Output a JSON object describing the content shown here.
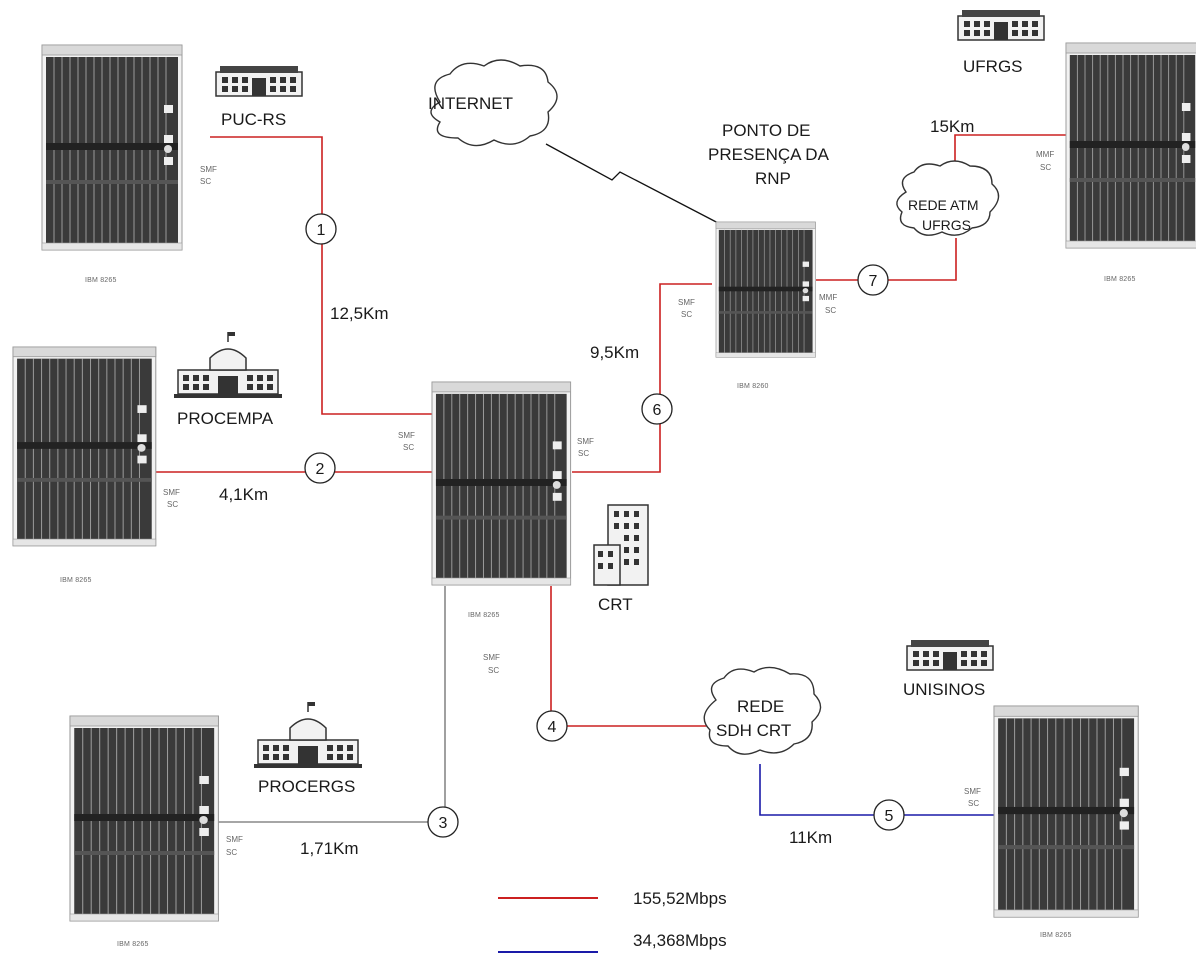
{
  "colors": {
    "link_155": "#cc2020",
    "link_34": "#1a1aa8",
    "link_grey": "#888888"
  },
  "sites": {
    "pucrs": "PUC-RS",
    "procempa": "PROCEMPA",
    "procergs": "PROCERGS",
    "crt": "CRT",
    "ufrgs": "UFRGS",
    "unisinos": "UNISINOS",
    "pop_line1": "PONTO DE",
    "pop_line2": "PRESENÇA DA",
    "pop_line3": "RNP"
  },
  "clouds": {
    "internet": "INTERNET",
    "atm_line1": "REDE ATM",
    "atm_line2": "UFRGS",
    "sdh_line1": "REDE",
    "sdh_line2": "SDH CRT"
  },
  "switches": {
    "ibm8265": "IBM 8265",
    "ibm8260": "IBM 8260"
  },
  "fiber": {
    "smf": "SMF",
    "mmf": "MMF",
    "sc": "SC"
  },
  "nodes": [
    "1",
    "2",
    "3",
    "4",
    "5",
    "6",
    "7"
  ],
  "distances": {
    "d1": "12,5Km",
    "d2": "4,1Km",
    "d3": "1,71Km",
    "d5": "11Km",
    "d6": "9,5Km",
    "d7": "15Km"
  },
  "legend": {
    "red_label": "155,52Mbps",
    "blue_label": "34,368Mbps"
  }
}
